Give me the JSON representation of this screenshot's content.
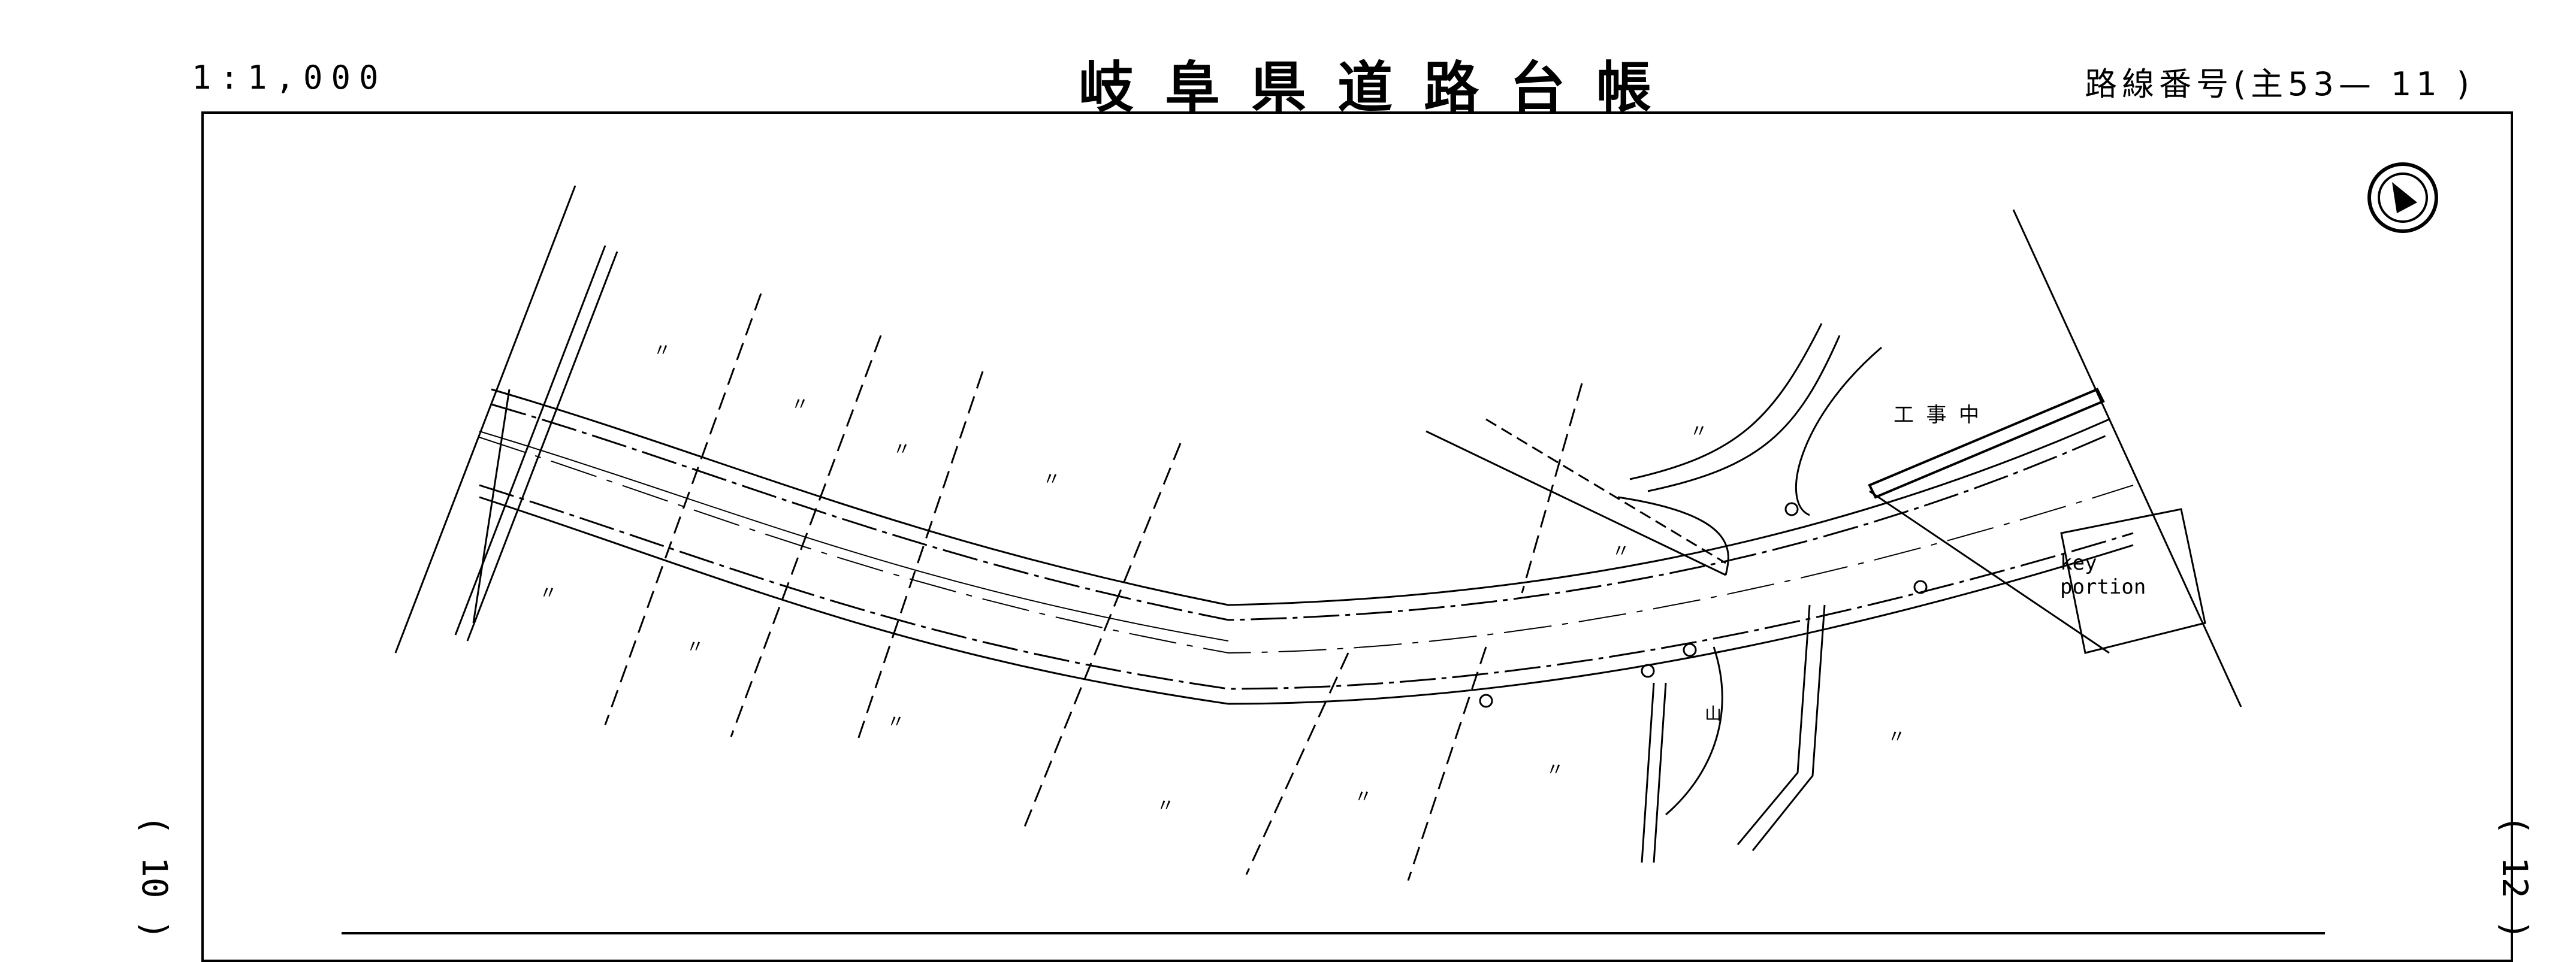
{
  "header": {
    "scale": "1:1,000",
    "title": "岐阜県道路台帳",
    "route_number": "路線番号(主53— 11 )"
  },
  "map": {
    "construction_label": "工 事 中",
    "key_portion_line1": "key",
    "key_portion_line2": "portion",
    "north_icon": "north-arrow-icon",
    "land_marks": [
      "〃",
      "〃",
      "〃",
      "〃",
      "〃",
      "〃",
      "〃",
      "〃",
      "〃",
      "〃",
      "〃",
      "〃",
      "〃"
    ],
    "mountain_mark": "山"
  },
  "sheet_links": {
    "previous": "( 10 )",
    "next": "( 12 )"
  }
}
